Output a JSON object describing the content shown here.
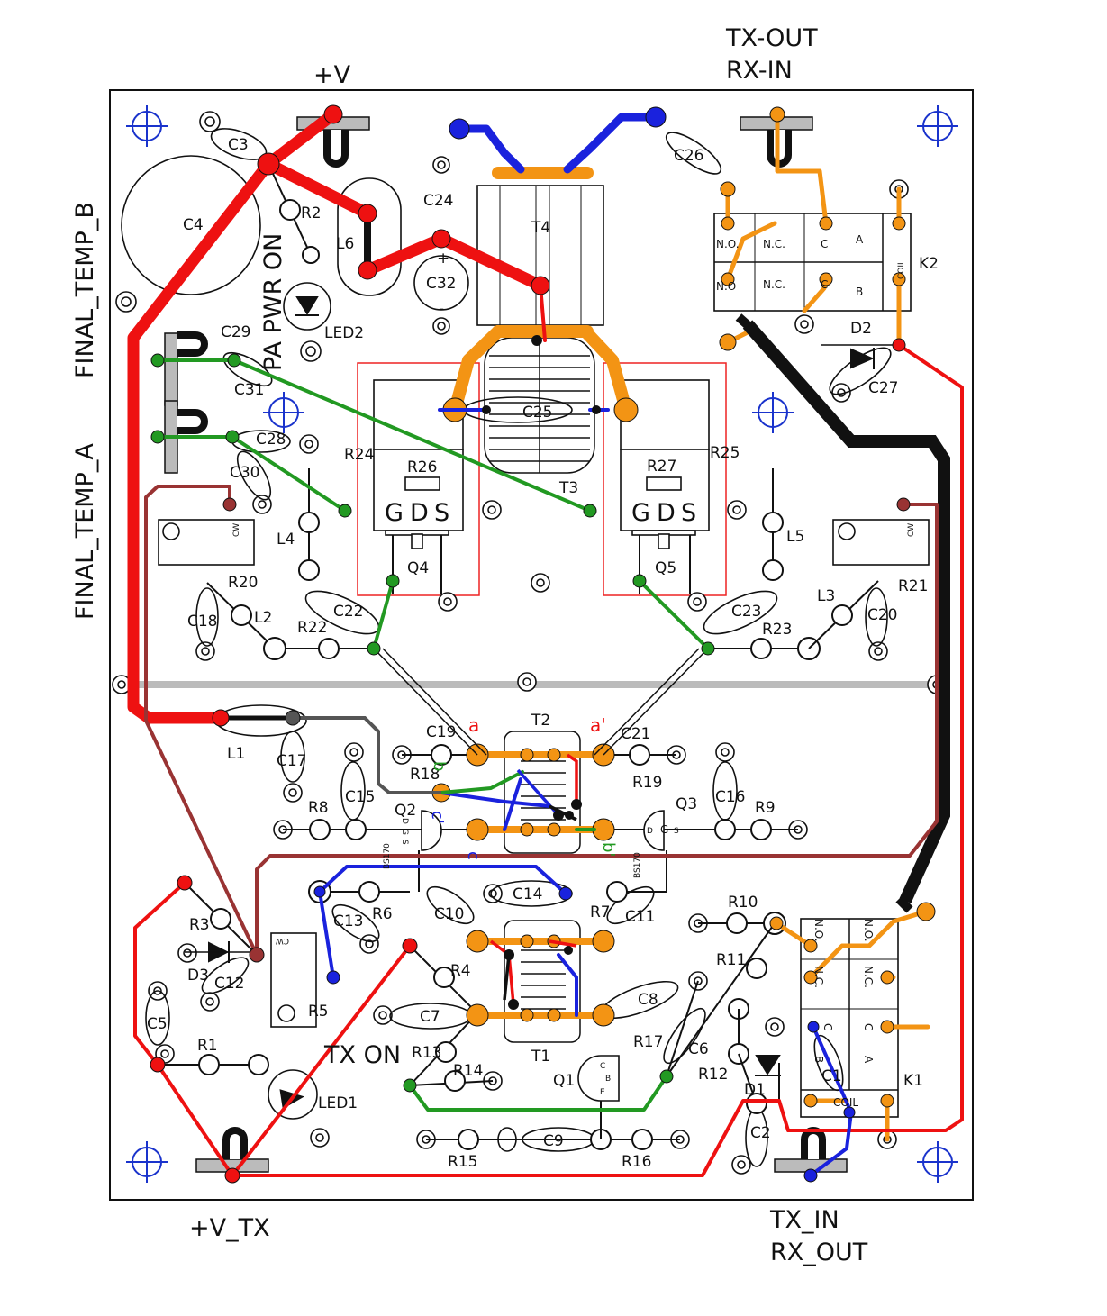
{
  "colors": {
    "power": "#ee1111",
    "rf_coax": "#111111",
    "control": "#2222dd",
    "gate": "#229922",
    "bias": "#993333",
    "ground_divider": "#bbbbbb",
    "pad_highlight": "#f39414",
    "board_outline": "#111111"
  },
  "connectors": {
    "v_plus": "+V",
    "tx_out": "TX-OUT",
    "rx_in": "RX-IN",
    "final_temp_b": "FINAL_TEMP_B",
    "final_temp_a": "FINAL_TEMP_A",
    "v_tx": "+V_TX",
    "tx_in": "TX_IN",
    "rx_out": "RX_OUT"
  },
  "indicators": {
    "pa_pwr_on": "PA PWR ON",
    "tx_on": "TX ON"
  },
  "refdes": {
    "C3": "C3",
    "C4": "C4",
    "R2": "R2",
    "L6": "L6",
    "C24": "C24",
    "C32": "C32",
    "T4": "T4",
    "C26": "C26",
    "K2": "K2",
    "LED2": "LED2",
    "C29": "C29",
    "C31": "C31",
    "C28": "C28",
    "C30": "C30",
    "C25": "C25",
    "R24": "R24",
    "R25": "R25",
    "R26": "R26",
    "R27": "R27",
    "T3": "T3",
    "Q4": "Q4",
    "Q5": "Q5",
    "L4": "L4",
    "L5": "L5",
    "L3": "L3",
    "R20": "R20",
    "R21": "R21",
    "C18": "C18",
    "L2": "L2",
    "R22": "R22",
    "C22": "C22",
    "C23": "C23",
    "R23": "R23",
    "C20": "C20",
    "D2": "D2",
    "C27": "C27",
    "L1": "L1",
    "C17": "C17",
    "C19": "C19",
    "T2": "T2",
    "C21": "C21",
    "R18": "R18",
    "R19": "R19",
    "C15": "C15",
    "C16": "C16",
    "R8": "R8",
    "R9": "R9",
    "Q2": "Q2",
    "Q3": "Q3",
    "C14": "C14",
    "C13": "C13",
    "R6": "R6",
    "C10": "C10",
    "R7": "R7",
    "C11": "C11",
    "R10": "R10",
    "R11": "R11",
    "R3": "R3",
    "D3": "D3",
    "C12": "C12",
    "R5": "R5",
    "R4": "R4",
    "C7": "C7",
    "C8": "C8",
    "R17": "R17",
    "C6": "C6",
    "R12": "R12",
    "C5": "C5",
    "R1": "R1",
    "R13": "R13",
    "R14": "R14",
    "T1": "T1",
    "Q1": "Q1",
    "D1": "D1",
    "C1": "C1",
    "K1": "K1",
    "LED1": "LED1",
    "C2": "C2",
    "C9": "C9",
    "R15": "R15",
    "R16": "R16"
  },
  "relay_pins": {
    "no": "N.O.",
    "nc": "N.C.",
    "no2": "N.O",
    "c": "C",
    "a": "A",
    "b": "B",
    "coil": "COIL"
  },
  "fet_pins": {
    "g": "G",
    "d": "D",
    "s": "S"
  },
  "small_pins": {
    "d": "D",
    "g": "G",
    "s": "S",
    "c": "C",
    "b": "B",
    "e": "E",
    "cw": "CW"
  },
  "part_marks": {
    "bs170": "BS170",
    "plus": "+",
    "minus": "-"
  },
  "winding_marks": {
    "a": "a",
    "a_prime": "a'",
    "b": "b",
    "b_prime": "b'",
    "c": "c",
    "c_prime": "c'"
  }
}
